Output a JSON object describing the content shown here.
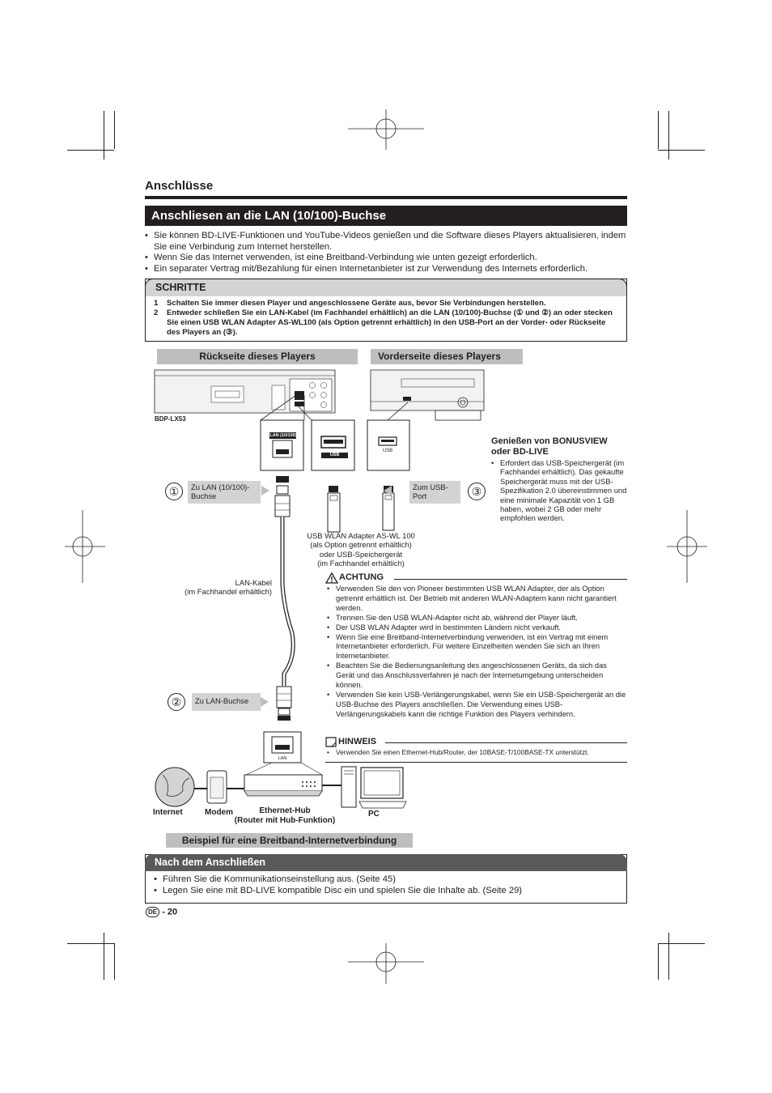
{
  "section_title": "Anschlüsse",
  "page_title": "Anschliesen an die LAN (10/100)-Buchse",
  "intro_bullets": [
    "Sie können BD-LIVE-Funktionen und YouTube-Videos genießen und die Software dieses Players aktualisieren, indem Sie eine Verbindung zum Internet herstellen.",
    "Wenn Sie das Internet verwenden, ist eine Breitband-Verbindung wie unten gezeigt erforderlich.",
    "Ein separater Vertrag mit/Bezahlung für einen Internetanbieter ist zur Verwendung des Internets erforderlich."
  ],
  "steps": {
    "heading": "SCHRITTE",
    "items": [
      {
        "num": "1",
        "text": "Schalten Sie immer diesen Player und angeschlossene Geräte aus, bevor Sie Verbindungen herstellen."
      },
      {
        "num": "2",
        "text": "Entweder schließen Sie ein LAN-Kabel (im Fachhandel erhältlich) an die LAN (10/100)-Buchse (① und ②) an oder stecken Sie einen USB WLAN Adapter AS-WL100 (als Option getrennt erhältlich) in den USB-Port an der Vorder- oder Rückseite des Players an (③)."
      }
    ]
  },
  "diagram": {
    "rear_label": "Rückseite dieses Players",
    "front_label": "Vorderseite dieses Players",
    "model": "BDP-LX53",
    "lan_port_label": "LAN (10/100)",
    "usb_label": "USB",
    "usb_front_label": "USB",
    "hub_port_label": "LAN",
    "num1": "①",
    "num2": "②",
    "num3": "③",
    "callout_lan": "Zu LAN (10/100)-Buchse",
    "callout_usb": "Zum USB-Port",
    "callout_hub": "Zu LAN-Buchse",
    "usb_device_caption": [
      "USB WLAN Adapter AS-WL 100",
      "(als Option getrennt erhältlich)",
      "oder USB-Speichergerät",
      "(im Fachhandel erhältlich)"
    ],
    "lan_cable_caption": [
      "LAN-Kabel",
      "(im Fachhandel erhältlich)"
    ],
    "internet_label": "Internet",
    "modem_label": "Modem",
    "hub_label": [
      "Ethernet-Hub",
      "(Router mit Hub-Funktion)"
    ],
    "pc_label": "PC",
    "example_label": "Beispiel für eine Breitband-Internetverbindung"
  },
  "bonus": {
    "heading": [
      "Genießen von BONUSVIEW",
      "oder BD-LIVE"
    ],
    "bullets": [
      "Erfordert das USB-Speichergerät (im Fachhandel erhältlich). Das gekaufte Speichergerät muss mit der USB-Spezifikation 2.0 übereinstimmen und eine minimale Kapazität von 1 GB haben, wobei 2 GB oder mehr empfohlen werden."
    ]
  },
  "caution": {
    "heading": "ACHTUNG",
    "bullets": [
      "Verwenden Sie den von Pioneer bestimmten USB WLAN Adapter, der als Option getrennt erhältlich ist. Der Betrieb mit anderen WLAN-Adaptern kann nicht garantiert werden.",
      "Trennen Sie den USB WLAN-Adapter nicht ab, während der Player läuft.",
      "Der USB WLAN Adapter wird in bestimmten Ländern nicht verkauft.",
      "Wenn Sie eine Breitband-Internetverbindung verwenden, ist ein Vertrag mit einem Internetanbieter erforderlich. Für weitere Einzelheiten wenden Sie sich an Ihren Internetanbieter.",
      "Beachten Sie die Bedienungsanleitung des angeschlossenen Geräts, da sich das Gerät und das Anschlussverfahren je nach der Internetumgebung unterscheiden können.",
      "Verwenden Sie kein USB-Verlängerungskabel, wenn Sie ein USB-Speichergerät an die USB-Buchse des Players anschließen. Die Verwendung eines USB-Verlängerungskabels kann die richtige Funktion des Players verhindern."
    ]
  },
  "note": {
    "heading": "HINWEIS",
    "bullets": [
      "Verwenden Sie einen Ethernet-Hub/Router, der 10BASE-T/100BASE-TX unterstützt."
    ]
  },
  "after": {
    "heading": "Nach dem Anschließen",
    "bullets": [
      "Führen Sie die Kommunikationseinstellung aus. (Seite 45)",
      "Legen Sie eine mit BD-LIVE kompatible Disc ein und spielen Sie die Inhalte ab. (Seite 29)"
    ]
  },
  "footer": {
    "lang_badge": "DE",
    "separator": "-",
    "page_number": "20"
  }
}
